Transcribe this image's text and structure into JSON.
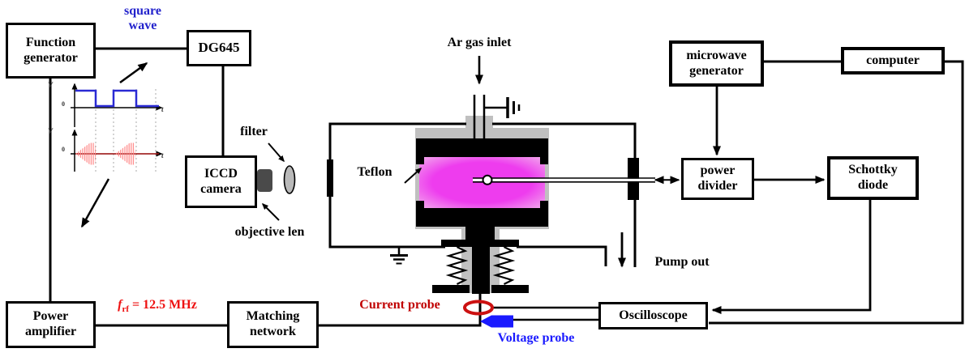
{
  "figure": "plasma experiment setup diagram",
  "colors": {
    "line": "#000000",
    "box_bg": "#ffffff",
    "blue_label": "#2222cc",
    "wave_blue": "#2a2ad4",
    "red_label": "#ee1111",
    "dark_red": "#c00000",
    "probe_red": "#cc1111",
    "probe_blue": "#1a1aff",
    "burst_red": "#ff8585",
    "burst_axis_red": "#cc2222",
    "plasma_core": "#ee3cee",
    "plasma_edge": "#f2b0ec",
    "shell_gray": "#c0c0c0",
    "lens_gray": "#4a4a4a",
    "filter_gray": "#b9b9b9",
    "dotted_gray": "#999999"
  },
  "boxes": {
    "function_generator": "Function\ngenerator",
    "dg645": "DG645",
    "iccd_camera": "ICCD\ncamera",
    "power_amplifier": "Power\namplifier",
    "matching_network": "Matching\nnetwork",
    "microwave_generator": "microwave\ngenerator",
    "computer": "computer",
    "power_divider": "power\ndivider",
    "schottky_diode": "Schottky\ndiode",
    "oscilloscope": "Oscilloscope"
  },
  "labels": {
    "square_wave": "square\nwave",
    "filter": "filter",
    "objective_len": "objective len",
    "ar_gas_inlet": "Ar gas inlet",
    "teflon": "Teflon",
    "pump_out": "Pump out",
    "current_probe": "Current probe",
    "voltage_probe": "Voltage probe",
    "rf_prefix": "f",
    "rf_sub": "rf",
    "rf_rest": " = 12.5 MHz"
  },
  "plots": {
    "square_wave_plot": {
      "type": "square wave",
      "y_label": "V",
      "origin_label": "0",
      "x_label": "t"
    },
    "rf_burst_plot": {
      "type": "rf burst",
      "y_label": "V",
      "origin_label": "0",
      "x_label": "t"
    }
  }
}
